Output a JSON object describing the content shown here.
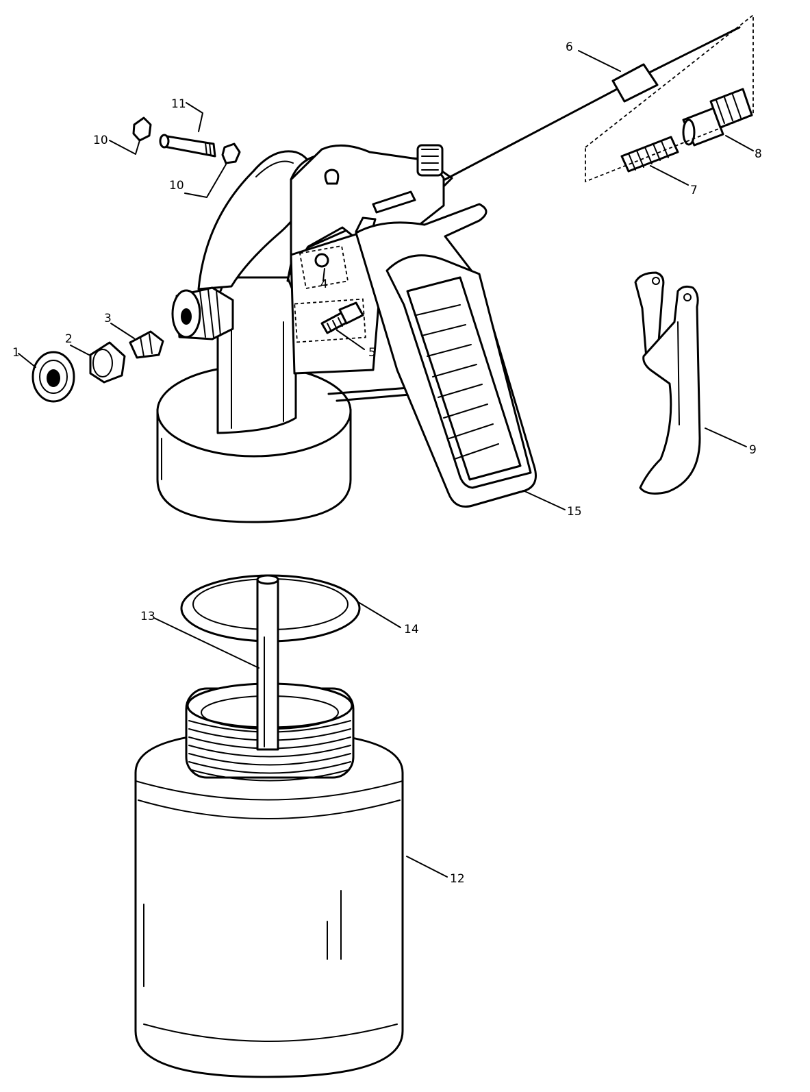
{
  "callouts": [
    {
      "id": "c1",
      "label": "1"
    },
    {
      "id": "c2",
      "label": "2"
    },
    {
      "id": "c3",
      "label": "3"
    },
    {
      "id": "c4",
      "label": "4"
    },
    {
      "id": "c5",
      "label": "5"
    },
    {
      "id": "c6",
      "label": "6"
    },
    {
      "id": "c7",
      "label": "7"
    },
    {
      "id": "c8",
      "label": "8"
    },
    {
      "id": "c9",
      "label": "9"
    },
    {
      "id": "c10a",
      "label": "10"
    },
    {
      "id": "c10b",
      "label": "10"
    },
    {
      "id": "c11",
      "label": "11"
    },
    {
      "id": "c12",
      "label": "12"
    },
    {
      "id": "c13",
      "label": "13"
    },
    {
      "id": "c14",
      "label": "14"
    },
    {
      "id": "c15",
      "label": "15"
    }
  ]
}
